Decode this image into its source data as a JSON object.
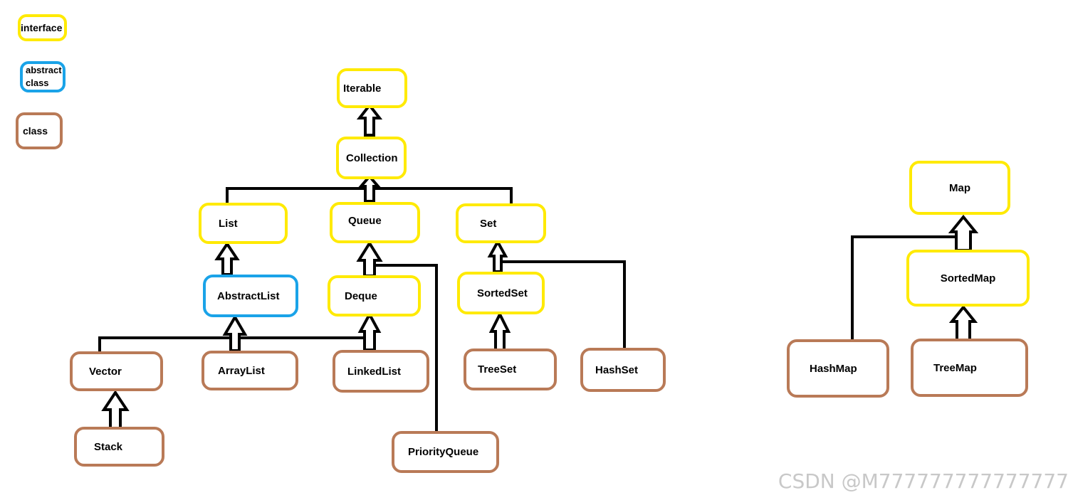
{
  "legend": {
    "interface": "interface",
    "abstract": "abstract\nclass",
    "class": "class"
  },
  "colors": {
    "interface": "#FFEA00",
    "abstract": "#1AA3E8",
    "class": "#B97A57",
    "connector": "#000000"
  },
  "nodes": {
    "iterable": "Iterable",
    "collection": "Collection",
    "list": "List",
    "queue": "Queue",
    "set": "Set",
    "abstractlist": "AbstractList",
    "deque": "Deque",
    "sortedset": "SortedSet",
    "vector": "Vector",
    "arraylist": "ArrayList",
    "linkedlist": "LinkedList",
    "treeset": "TreeSet",
    "hashset": "HashSet",
    "stack": "Stack",
    "priorityqueue": "PriorityQueue",
    "map": "Map",
    "sortedmap": "SortedMap",
    "hashmap": "HashMap",
    "treemap": "TreeMap"
  },
  "watermark": "CSDN @M777777777777777"
}
